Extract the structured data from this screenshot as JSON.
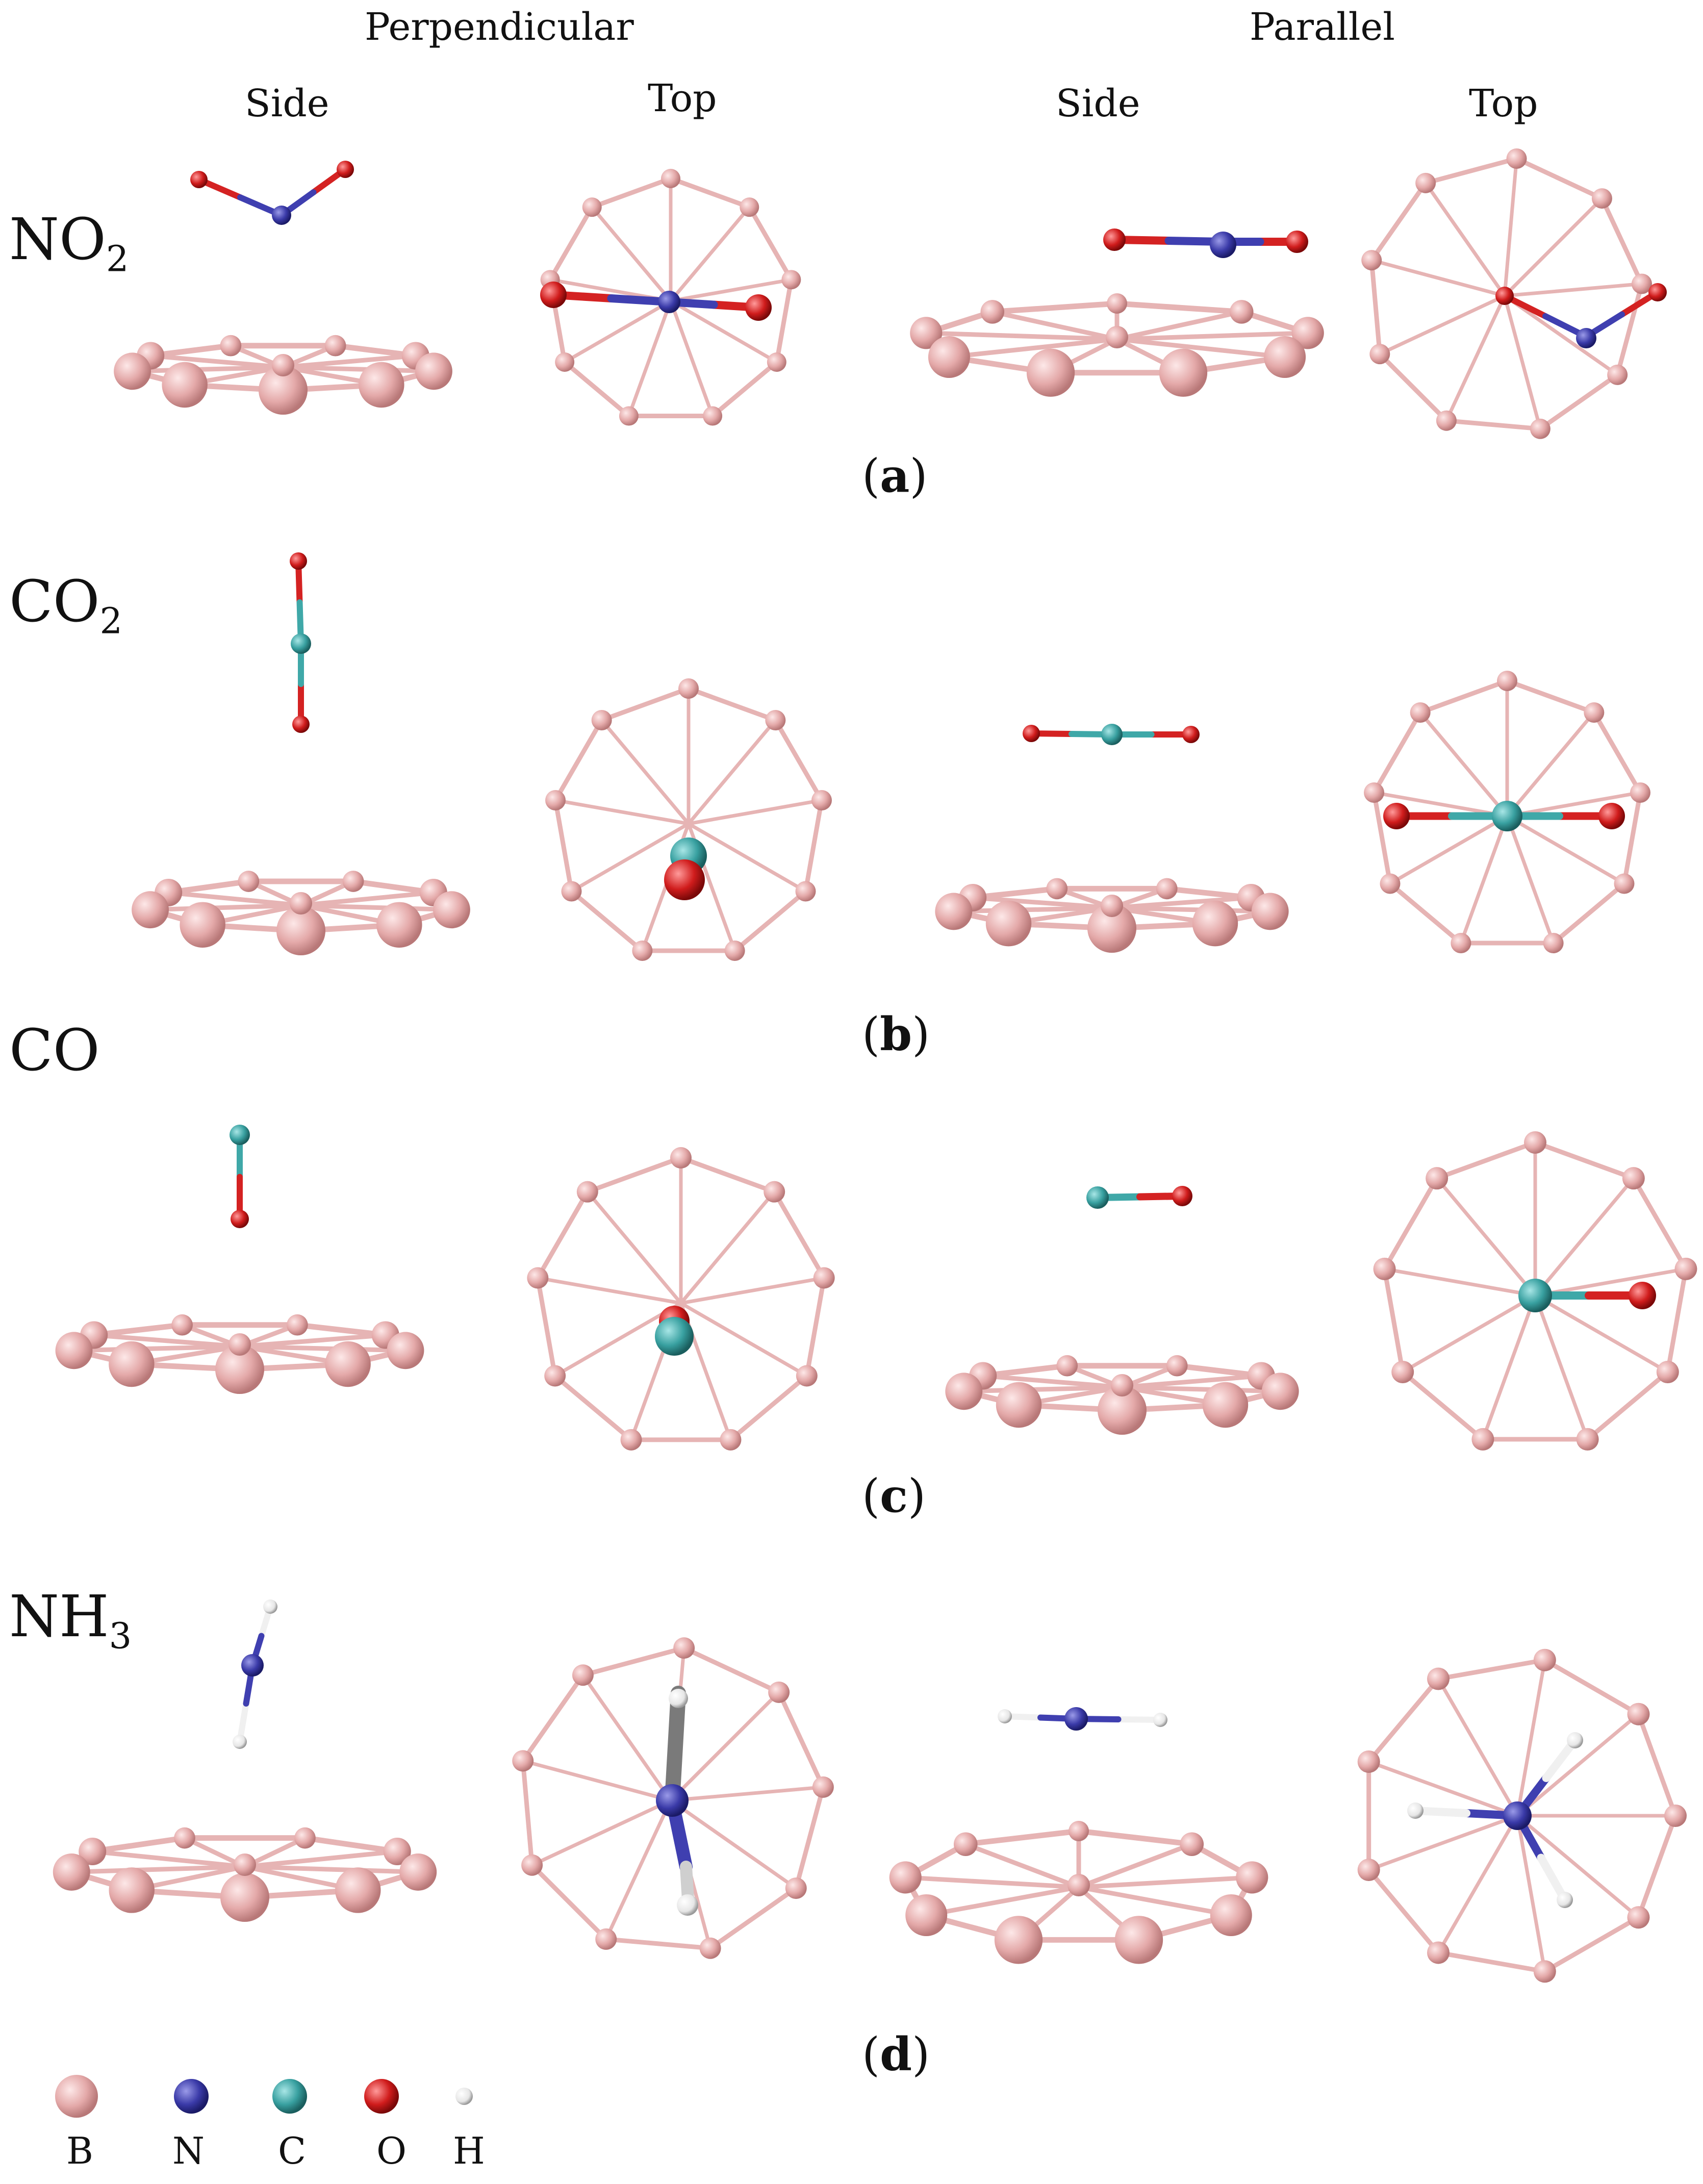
{
  "headers": {
    "perpendicular": "Perpendicular",
    "parallel": "Parallel",
    "side_1": "Side",
    "top_1": "Top",
    "side_2": "Side",
    "top_2": "Top"
  },
  "molecules": {
    "no2": {
      "base": "NO",
      "sub": "2"
    },
    "co2": {
      "base": "CO",
      "sub": "2"
    },
    "co": {
      "base": "CO",
      "sub": ""
    },
    "nh3": {
      "base": "NH",
      "sub": "3"
    }
  },
  "panels": {
    "a": "a",
    "b": "b",
    "c": "c",
    "d": "d"
  },
  "legend": [
    {
      "symbol": "B",
      "color": "#e8b1b1"
    },
    {
      "symbol": "N",
      "color": "#3f3fb0"
    },
    {
      "symbol": "C",
      "color": "#3fa8a8"
    },
    {
      "symbol": "O",
      "color": "#d42222"
    },
    {
      "symbol": "H",
      "color": "#f0f0f0"
    }
  ],
  "colors": {
    "boron": "#e8b1b1",
    "boron_bond": "#e6b4b4",
    "nitrogen": "#3f3fb0",
    "carbon": "#3fa8a8",
    "oxygen": "#d42222",
    "hydrogen": "#f0f0f0"
  }
}
